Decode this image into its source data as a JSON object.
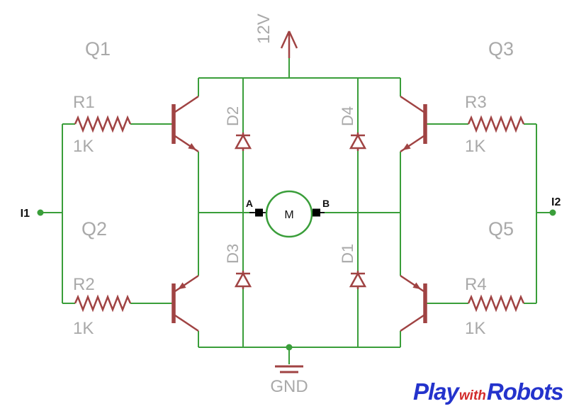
{
  "colors": {
    "wire": "#3a9e3a",
    "component": "#a04343",
    "label": "#a9a9a9",
    "text": "#111111",
    "logo-blue": "#2433cc",
    "logo-red": "#d22b2b",
    "bg": "#ffffff"
  },
  "schematic": {
    "power": {
      "supply_label": "12V",
      "ground_label": "GND"
    },
    "inputs": {
      "left": "I1",
      "right": "I2"
    },
    "motor": {
      "label": "M",
      "terminal_a": "A",
      "terminal_b": "B"
    },
    "transistors": {
      "q1": "Q1",
      "q2": "Q2",
      "q3": "Q3",
      "q5": "Q5"
    },
    "resistors": {
      "r1": {
        "name": "R1",
        "value": "1K"
      },
      "r2": {
        "name": "R2",
        "value": "1K"
      },
      "r3": {
        "name": "R3",
        "value": "1K"
      },
      "r4": {
        "name": "R4",
        "value": "1K"
      }
    },
    "diodes": {
      "d1": "D1",
      "d2": "D2",
      "d3": "D3",
      "d4": "D4"
    }
  },
  "logo": {
    "part1": "Play",
    "part2": "with",
    "part3": "Robots"
  }
}
